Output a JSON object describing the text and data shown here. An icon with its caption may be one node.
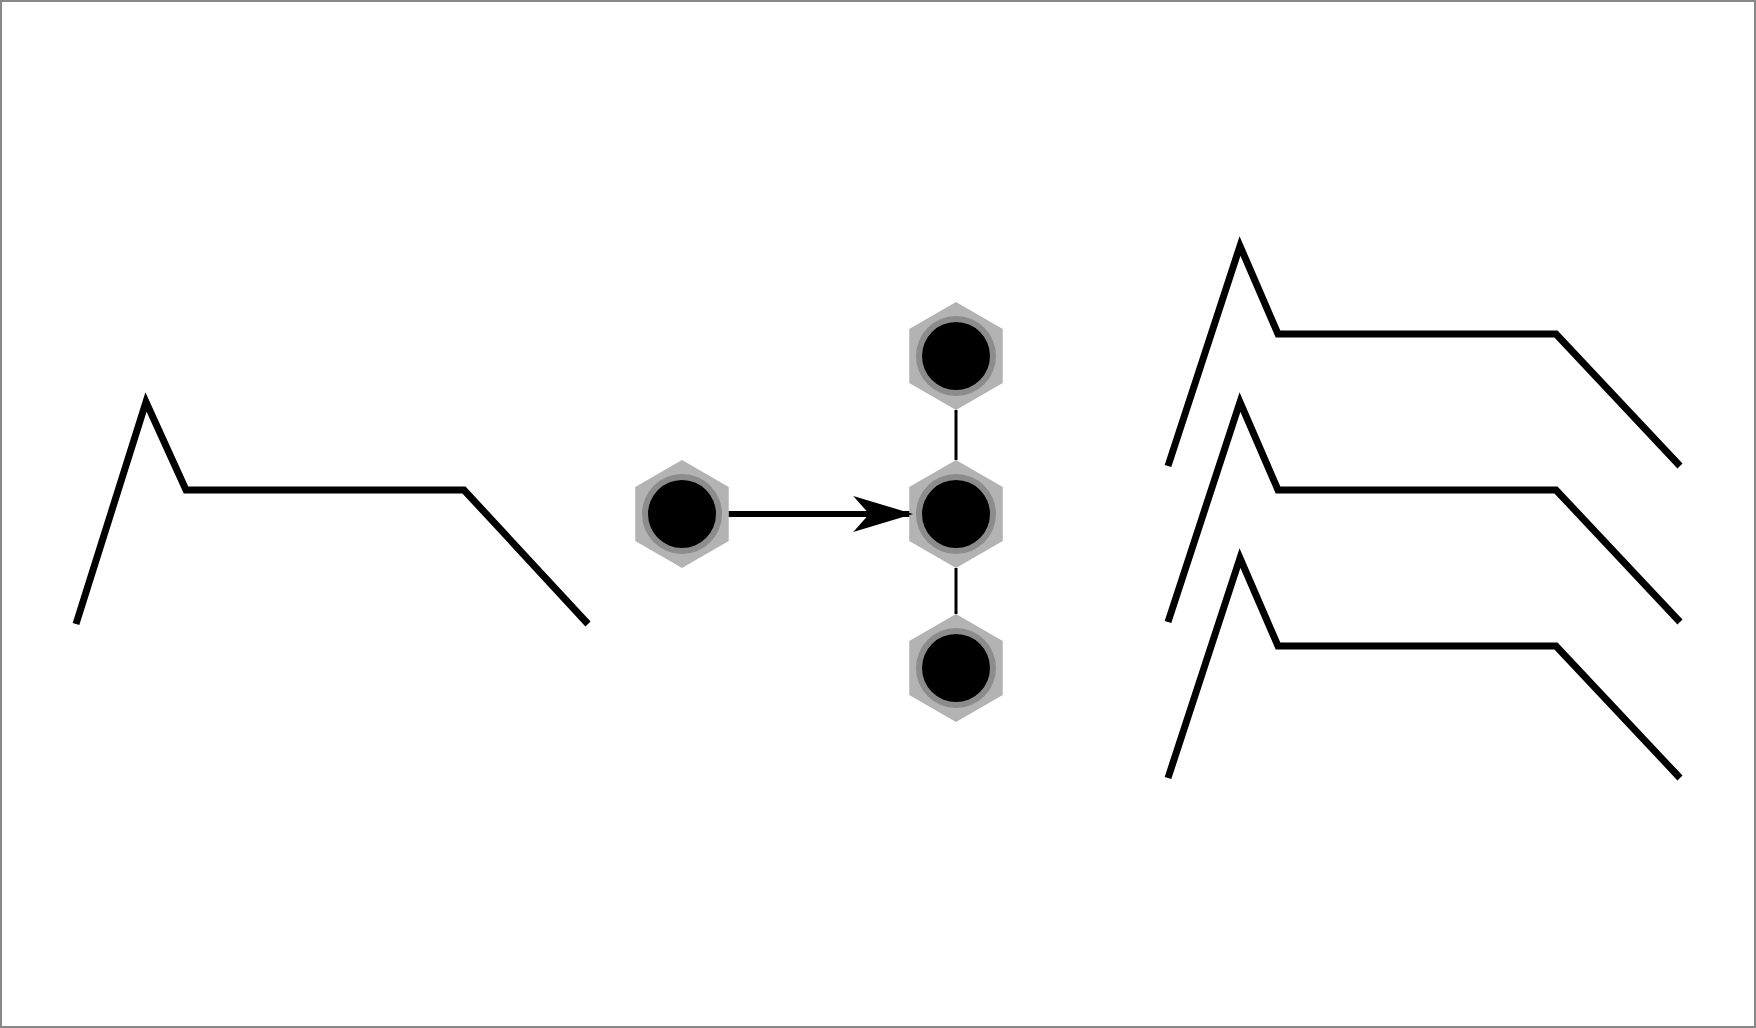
{
  "diagram": {
    "nodes": [
      {
        "text": [],
        "shape": "hexagon"
      },
      {
        "text": [],
        "shape": "hexagon"
      },
      {
        "text": [],
        "shape": "hexagon"
      },
      {
        "text": [],
        "shape": "hexagon"
      }
    ],
    "edges": [
      {
        "from": 0,
        "to": 2,
        "arrow": "to",
        "style": "thick"
      },
      {
        "from": 1,
        "to": 2,
        "arrow": "none"
      },
      {
        "from": 2,
        "to": 3,
        "arrow": "none"
      }
    ]
  }
}
